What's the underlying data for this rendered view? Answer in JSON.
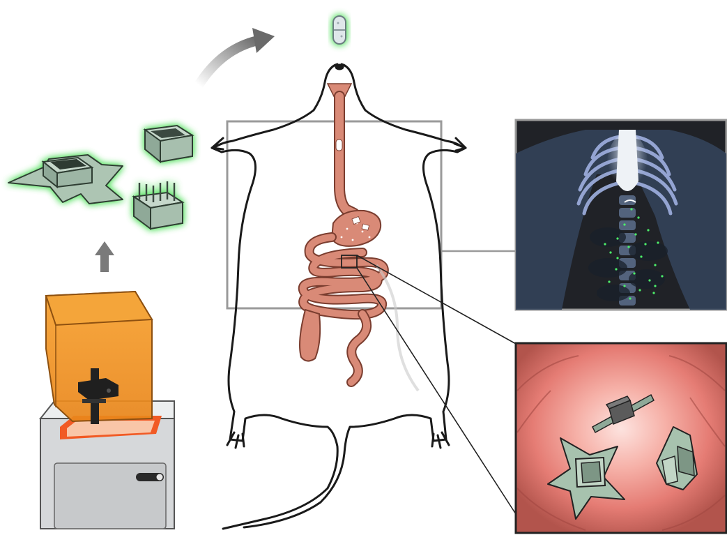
{
  "figure": {
    "stages": [
      {
        "id": "printer",
        "icon": "3d-printer-icon"
      },
      {
        "id": "printed-devices",
        "icon": "star-cube-device-icon"
      },
      {
        "id": "capsule",
        "icon": "capsule-icon"
      },
      {
        "id": "rat",
        "icon": "rat-icon"
      },
      {
        "id": "xray-inset",
        "icon": "xray-icon"
      },
      {
        "id": "intestine-inset",
        "icon": "intestine-lumen-icon"
      }
    ],
    "colors": {
      "printer_hood": "#f0951e",
      "printer_body": "#d5d7d9",
      "device_fill": "#a9c2b1",
      "device_glow": "#54e05e",
      "gut": "#d98a77",
      "xray_bg": "#2b3440",
      "xray_dots": "#4df06a",
      "lumen": "#e67b76",
      "zoom_box": "#9a9a9a"
    }
  }
}
